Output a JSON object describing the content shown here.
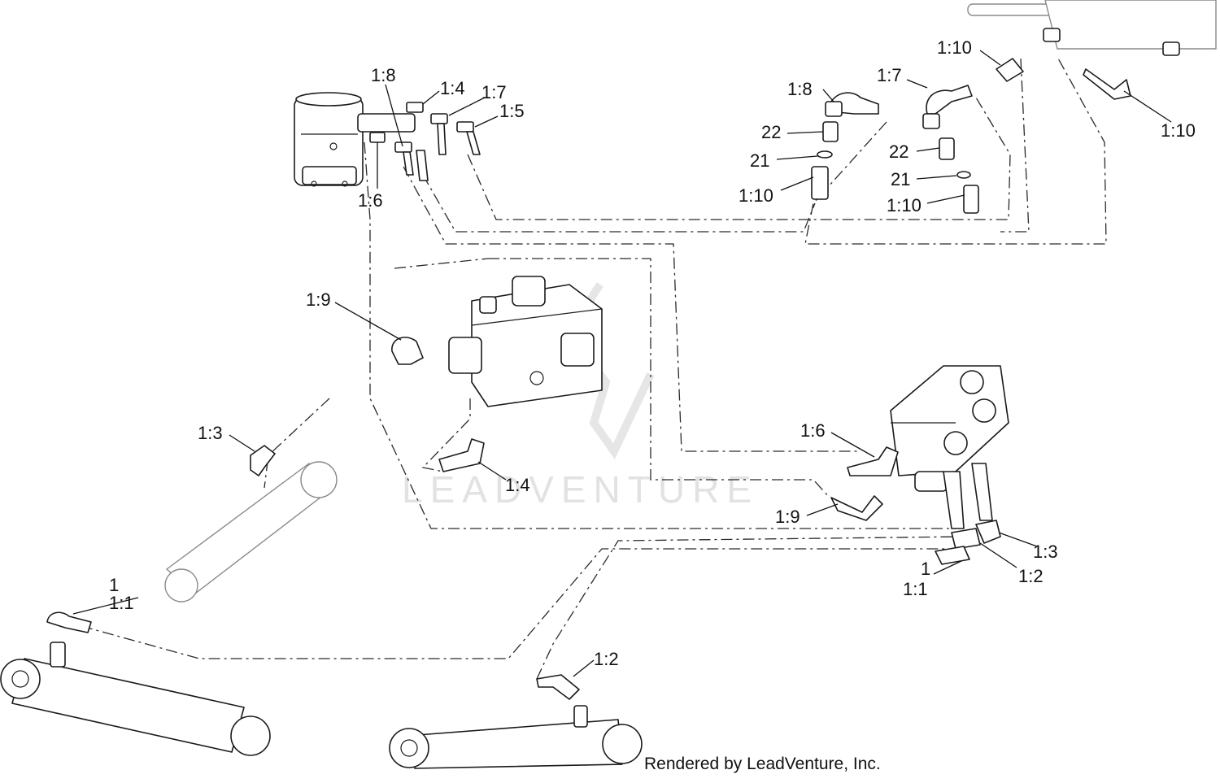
{
  "watermark": {
    "text": "LEADVENTURE"
  },
  "credit": {
    "text": "Rendered by LeadVenture, Inc."
  },
  "callouts": {
    "c_1_8_top": "1:8",
    "c_1_4_top": "1:4",
    "c_1_7_top": "1:7",
    "c_1_5": "1:5",
    "c_1_6_top": "1:6",
    "c_1_8_mid": "1:8",
    "c_22_a": "22",
    "c_21_a": "21",
    "c_1_10_a": "1:10",
    "c_1_7_mid": "1:7",
    "c_22_b": "22",
    "c_21_b": "21",
    "c_1_10_b": "1:10",
    "c_1_10_top": "1:10",
    "c_1_10_right": "1:10",
    "c_1_9_left": "1:9",
    "c_1_3_left": "1:3",
    "c_1_4_mid": "1:4",
    "c_1_6_right": "1:6",
    "c_1_9_right": "1:9",
    "c_1_3_right": "1:3",
    "c_1_2_right": "1:2",
    "c_1_right": "1",
    "c_1_1_right": "1:1",
    "c_1_left": "1",
    "c_1_1_left": "1:1",
    "c_1_2_bottom": "1:2"
  }
}
